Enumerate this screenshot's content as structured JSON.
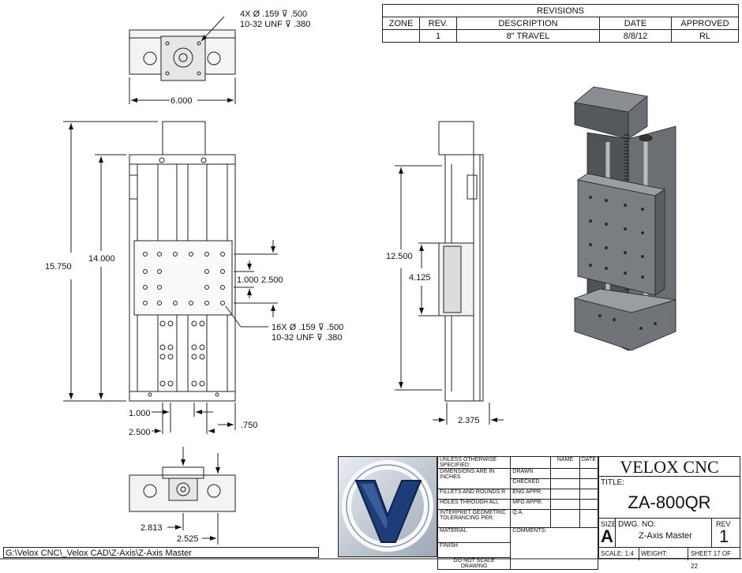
{
  "revisions": {
    "title": "REVISIONS",
    "headers": [
      "ZONE",
      "REV.",
      "DESCRIPTION",
      "DATE",
      "APPROVED"
    ],
    "rows": [
      [
        "",
        "1",
        "8\" TRAVEL",
        "8/8/12",
        "RL"
      ]
    ]
  },
  "dims": {
    "top_note_1": "4X Ø .159 ⊽ .500",
    "top_note_2": "10-32 UNF ⊽ .380",
    "width_top": "6.000",
    "overall_len": "15.750",
    "body_len": "14.000",
    "hole_space_a": "1.000",
    "hole_space_b": "2.500",
    "carriage_note_1": "16X Ø .159 ⊽ .500",
    "carriage_note_2": "10-32 UNF ⊽ .380",
    "bottom_a": "1.000",
    "bottom_b": "2.500",
    "bottom_c": ".750",
    "side_travel": "12.500",
    "side_carriage": "4.125",
    "side_depth": "2.375",
    "end_a": "2.813",
    "end_b": "2.525"
  },
  "title_block": {
    "unless": "UNLESS OTHERWISE SPECIFIED:",
    "dims_in": "DIMENSIONS ARE IN INCHES",
    "fillets": "FILLETS AND ROUNDS R",
    "holes": "HOLES THROUGH ALL",
    "interp": "INTERPRET GEOMETRIC TOLERANCING PER:",
    "material": "MATERIAL",
    "finish": "FINISH",
    "no_scale": "DO NOT SCALE DRAWING",
    "name_h": "NAME",
    "date_h": "DATE",
    "drawn": "DRAWN",
    "checked": "CHECKED",
    "eng": "ENG APPR.",
    "mfg": "MFG APPR.",
    "qa": "Q.A.",
    "comments": "COMMENTS:",
    "company": "VELOX CNC",
    "title_label": "TITLE:",
    "part": "ZA-800QR",
    "size_label": "SIZE",
    "size": "A",
    "dwg_label": "DWG.  NO.",
    "dwg_name": "Z-Axis Master",
    "rev_label": "REV",
    "rev": "1",
    "scale": "SCALE: 1:4",
    "weight": "WEIGHT:",
    "sheet": "SHEET 17 OF 22"
  },
  "file_path": "G:\\Velox CNC\\_Velox CAD\\Z-Axis\\Z-Axis Master",
  "colors": {
    "logo_blue": "#1d3d78",
    "model_gray": "#6b6e72",
    "model_dark": "#45484c"
  }
}
